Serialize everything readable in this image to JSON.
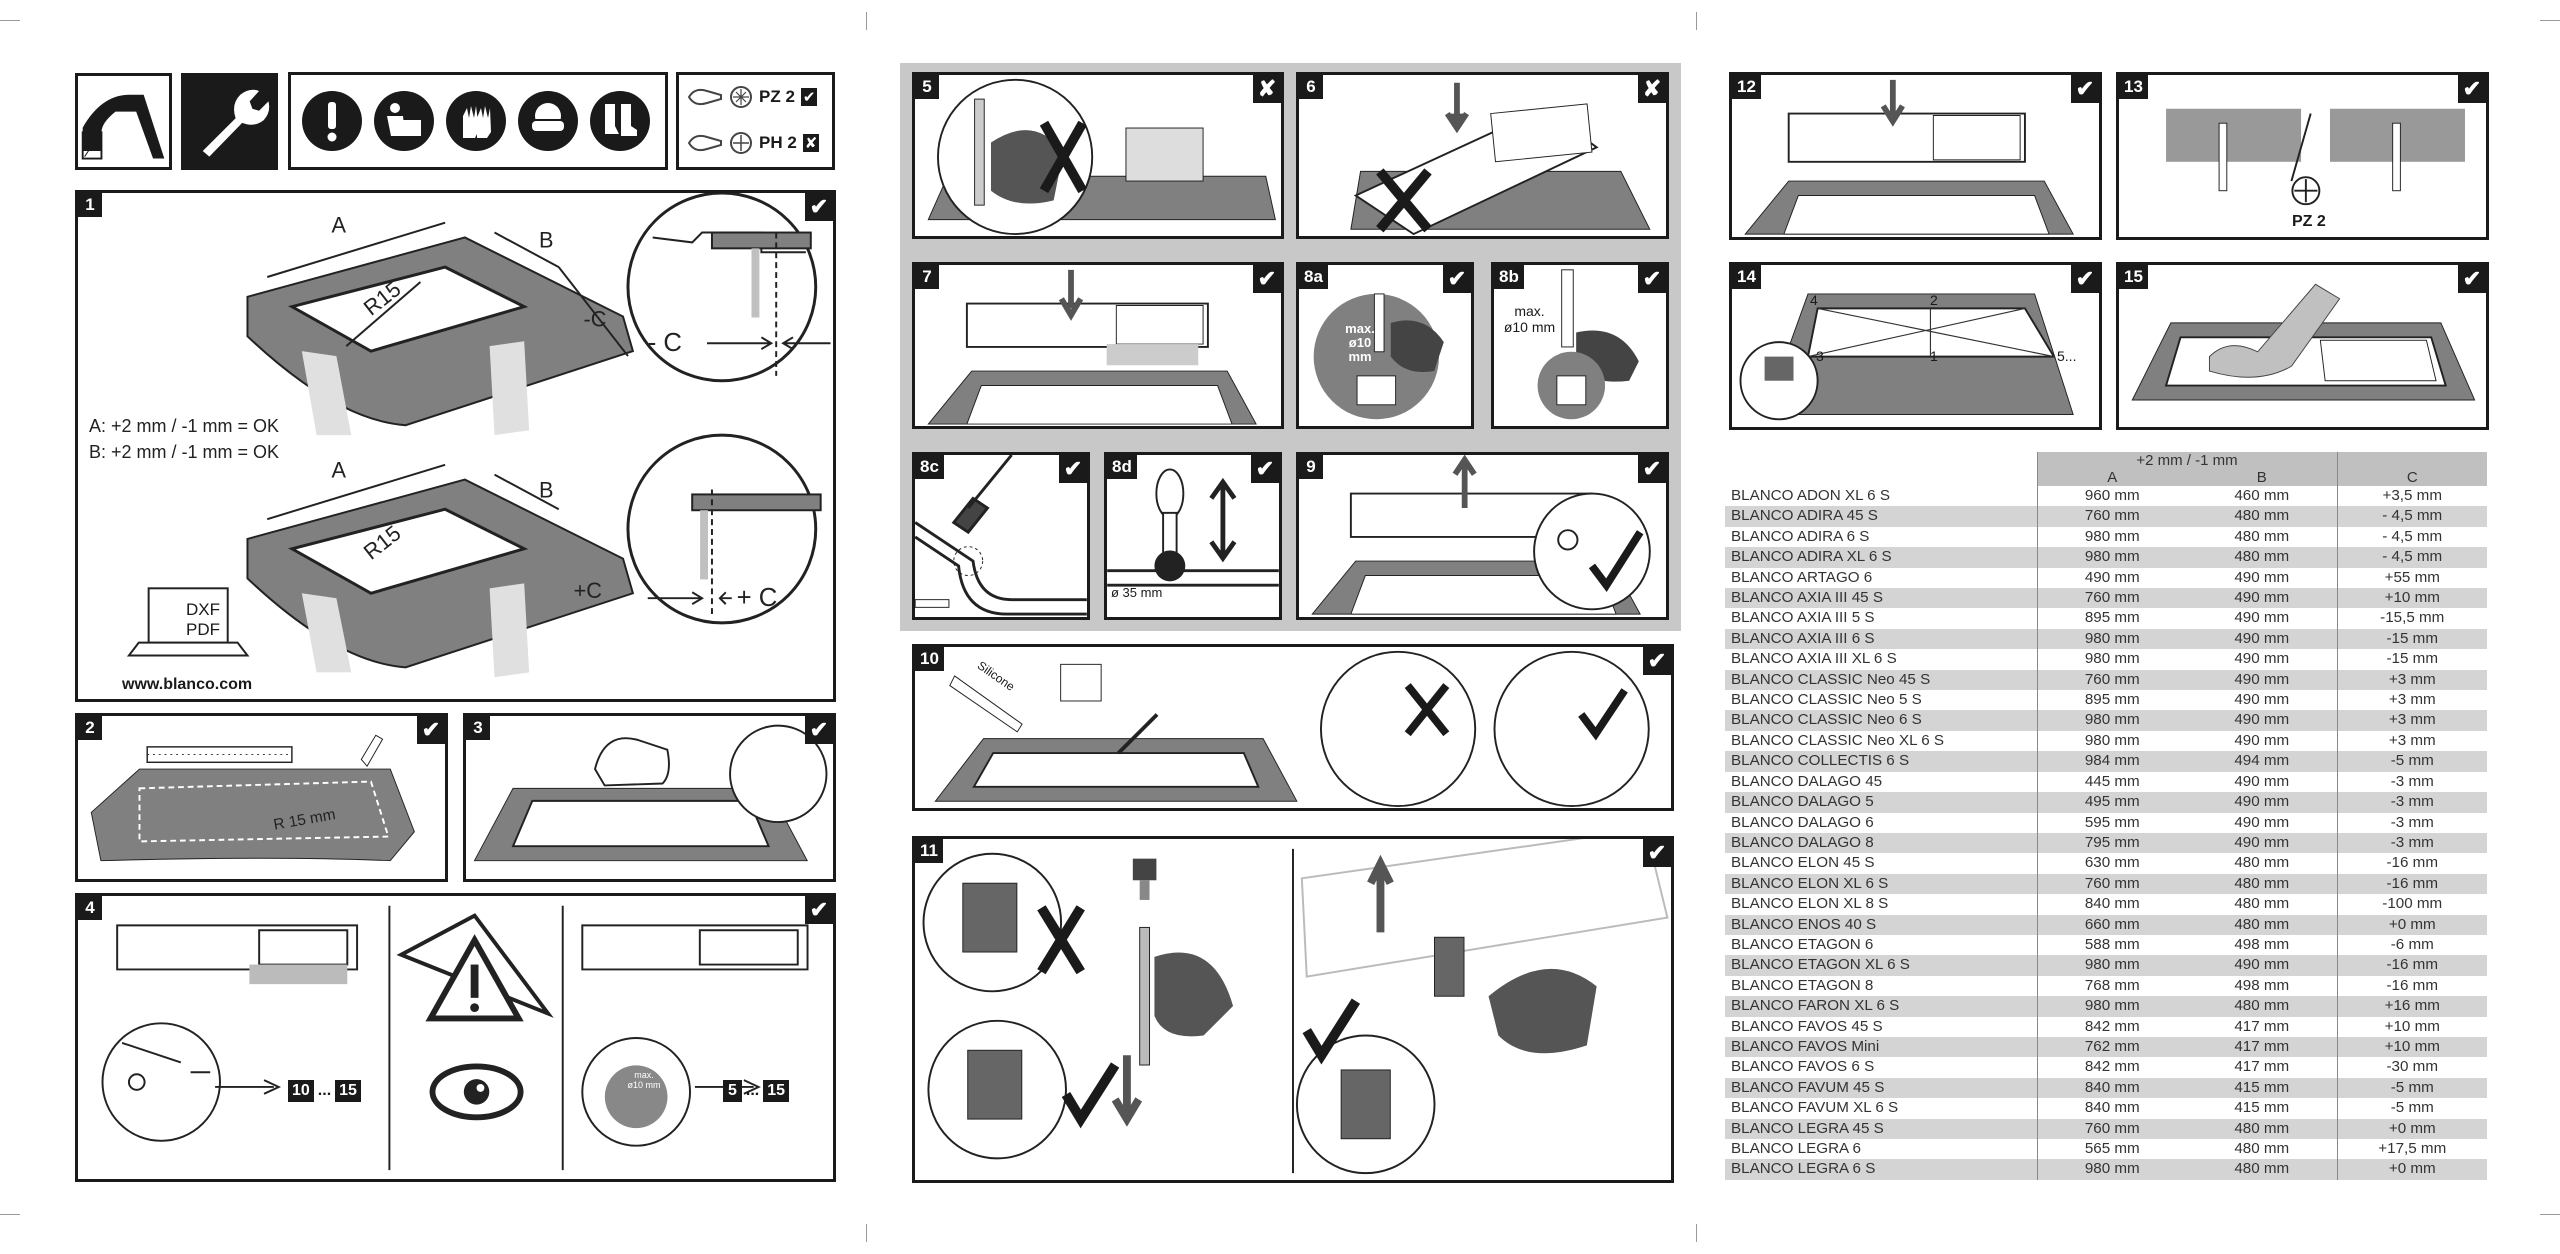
{
  "header_icons": {
    "screws": [
      {
        "label": "PZ 2",
        "status": "✔"
      },
      {
        "label": "PH 2",
        "status": "✘"
      }
    ]
  },
  "steps": {
    "s1": "1",
    "s2": "2",
    "s3": "3",
    "s4": "4",
    "s5": "5",
    "s6": "6",
    "s7": "7",
    "s8a": "8a",
    "s8b": "8b",
    "s8c": "8c",
    "s8d": "8d",
    "s9": "9",
    "s10": "10",
    "s11": "11",
    "s12": "12",
    "s13": "13",
    "s14": "14",
    "s15": "15"
  },
  "marks": {
    "ok": "✔",
    "no": "✘"
  },
  "step1": {
    "label_a": "A",
    "label_b": "B",
    "label_r": "R15",
    "label_minus_c": "-C",
    "label_minus_c_big": "- C",
    "label_plus_c": "+C",
    "label_plus_c_big": "+ C",
    "tolerance_a": "A: +2 mm / -1 mm = OK",
    "tolerance_b": "B: +2 mm / -1 mm = OK",
    "dxf": "DXF",
    "pdf": "PDF",
    "website": "www.blanco.com"
  },
  "step2": {
    "radius": "R 15 mm"
  },
  "step4": {
    "range1_from": "10",
    "range1_to": "15",
    "range2_from": "5",
    "range2_to": "15",
    "dots": "...",
    "max_label": "max. ø10 mm"
  },
  "step8a": {
    "max": "max.",
    "dia": "ø10 mm"
  },
  "step8b": {
    "max": "max.",
    "dia": "ø10 mm"
  },
  "step8d": {
    "dia": "ø 35 mm"
  },
  "step10": {
    "silicone": "Silicone"
  },
  "step13": {
    "screw": "PZ 2"
  },
  "step14": {
    "p1": "1",
    "p2": "2",
    "p3": "3",
    "p4": "4",
    "p5": "5..."
  },
  "table": {
    "tolerance": "+2 mm / -1 mm",
    "col_a": "A",
    "col_b": "B",
    "col_c": "C",
    "rows": [
      [
        "BLANCO ADON XL 6 S",
        "960 mm",
        "460 mm",
        "+3,5 mm"
      ],
      [
        "BLANCO ADIRA 45 S",
        "760 mm",
        "480 mm",
        "- 4,5 mm"
      ],
      [
        "BLANCO ADIRA 6 S",
        "980 mm",
        "480 mm",
        "- 4,5 mm"
      ],
      [
        "BLANCO ADIRA XL 6 S",
        "980 mm",
        "480 mm",
        "- 4,5 mm"
      ],
      [
        "BLANCO ARTAGO 6",
        "490 mm",
        "490 mm",
        "+55 mm"
      ],
      [
        "BLANCO AXIA III 45 S",
        "760 mm",
        "490 mm",
        "+10 mm"
      ],
      [
        "BLANCO AXIA III 5 S",
        "895 mm",
        "490 mm",
        "-15,5 mm"
      ],
      [
        "BLANCO AXIA III 6 S",
        "980 mm",
        "490 mm",
        "-15 mm"
      ],
      [
        "BLANCO AXIA III XL 6 S",
        "980 mm",
        "490 mm",
        "-15 mm"
      ],
      [
        "BLANCO CLASSIC Neo 45 S",
        "760 mm",
        "490 mm",
        "+3 mm"
      ],
      [
        "BLANCO CLASSIC Neo 5 S",
        "895 mm",
        "490 mm",
        "+3 mm"
      ],
      [
        "BLANCO CLASSIC Neo 6 S",
        "980 mm",
        "490 mm",
        "+3 mm"
      ],
      [
        "BLANCO CLASSIC Neo XL 6 S",
        "980 mm",
        "490 mm",
        "+3 mm"
      ],
      [
        "BLANCO COLLECTIS 6 S",
        "984 mm",
        "494 mm",
        "-5 mm"
      ],
      [
        "BLANCO DALAGO 45",
        "445 mm",
        "490 mm",
        "-3 mm"
      ],
      [
        "BLANCO DALAGO 5",
        "495 mm",
        "490 mm",
        "-3 mm"
      ],
      [
        "BLANCO DALAGO 6",
        "595 mm",
        "490 mm",
        "-3 mm"
      ],
      [
        "BLANCO DALAGO 8",
        "795 mm",
        "490 mm",
        "-3 mm"
      ],
      [
        "BLANCO ELON 45 S",
        "630 mm",
        "480 mm",
        "-16 mm"
      ],
      [
        "BLANCO ELON XL 6 S",
        "760 mm",
        "480 mm",
        "-16 mm"
      ],
      [
        "BLANCO ELON XL 8 S",
        "840 mm",
        "480 mm",
        "-100 mm"
      ],
      [
        "BLANCO ENOS 40 S",
        "660 mm",
        "480 mm",
        "+0 mm"
      ],
      [
        "BLANCO ETAGON 6",
        "588 mm",
        "498 mm",
        "-6 mm"
      ],
      [
        "BLANCO ETAGON XL 6 S",
        "980 mm",
        "490 mm",
        "-16 mm"
      ],
      [
        "BLANCO ETAGON 8",
        "768 mm",
        "498 mm",
        "-16 mm"
      ],
      [
        "BLANCO FARON XL 6 S",
        "980 mm",
        "480 mm",
        "+16 mm"
      ],
      [
        "BLANCO FAVOS 45 S",
        "842 mm",
        "417 mm",
        "+10 mm"
      ],
      [
        "BLANCO FAVOS Mini",
        "762 mm",
        "417 mm",
        "+10 mm"
      ],
      [
        "BLANCO FAVOS 6 S",
        "842 mm",
        "417 mm",
        "-30 mm"
      ],
      [
        "BLANCO FAVUM 45 S",
        "840 mm",
        "415 mm",
        "-5 mm"
      ],
      [
        "BLANCO FAVUM XL 6 S",
        "840 mm",
        "415 mm",
        "-5 mm"
      ],
      [
        "BLANCO LEGRA 45 S",
        "760 mm",
        "480 mm",
        "+0 mm"
      ],
      [
        "BLANCO LEGRA 6",
        "565 mm",
        "480 mm",
        "+17,5 mm"
      ],
      [
        "BLANCO LEGRA 6 S",
        "980 mm",
        "480 mm",
        "+0 mm"
      ]
    ]
  }
}
